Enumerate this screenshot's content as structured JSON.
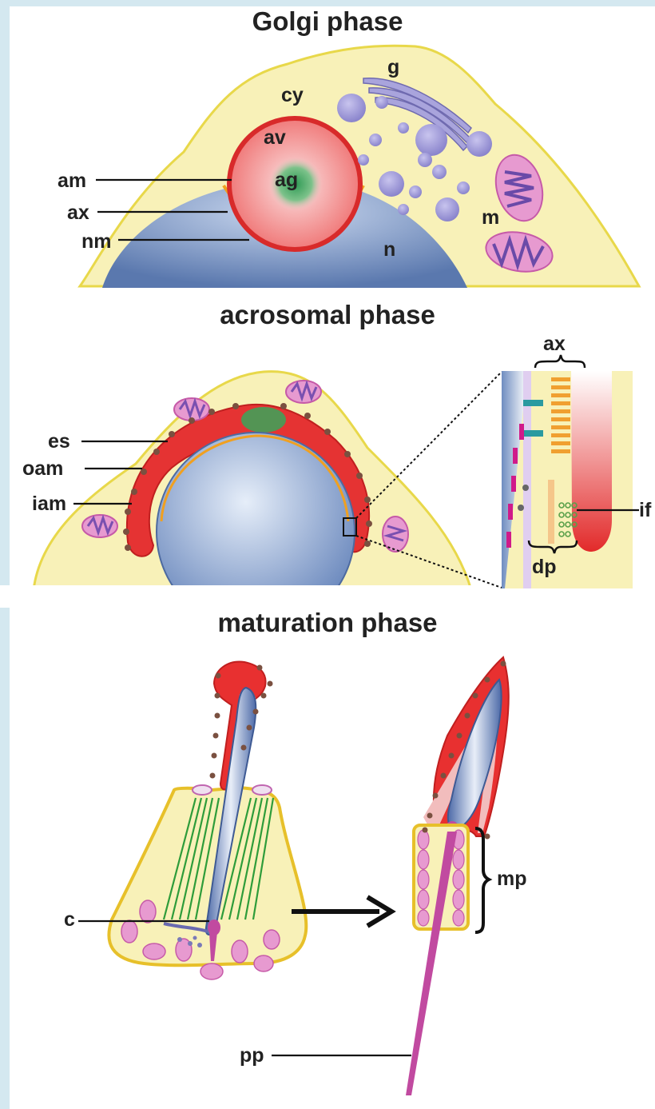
{
  "titles": {
    "golgi": "Golgi phase",
    "acrosomal": "acrosomal phase",
    "maturation": "maturation phase"
  },
  "labels": {
    "cy": "cy",
    "av": "av",
    "ag": "ag",
    "g": "g",
    "m": "m",
    "n": "n",
    "am": "am",
    "ax": "ax",
    "nm": "nm",
    "es": "es",
    "oam": "oam",
    "iam": "iam",
    "inset_ax": "ax",
    "if": "if",
    "dp": "dp",
    "c": "c",
    "mp": "mp",
    "pp": "pp"
  },
  "colors": {
    "cytoplasm": "#f7f0b4",
    "cytoplasm_border": "#e8d84a",
    "acrosome_red": "#e53030",
    "acrosome_pink": "#f08a8a",
    "granule_green": "#3aa65a",
    "nucleus_blue": "#6f8dc0",
    "vesicle_purple": "#9e98d6",
    "mitochondria_pink": "#e890c8",
    "centriole_magenta": "#c04aa0"
  }
}
